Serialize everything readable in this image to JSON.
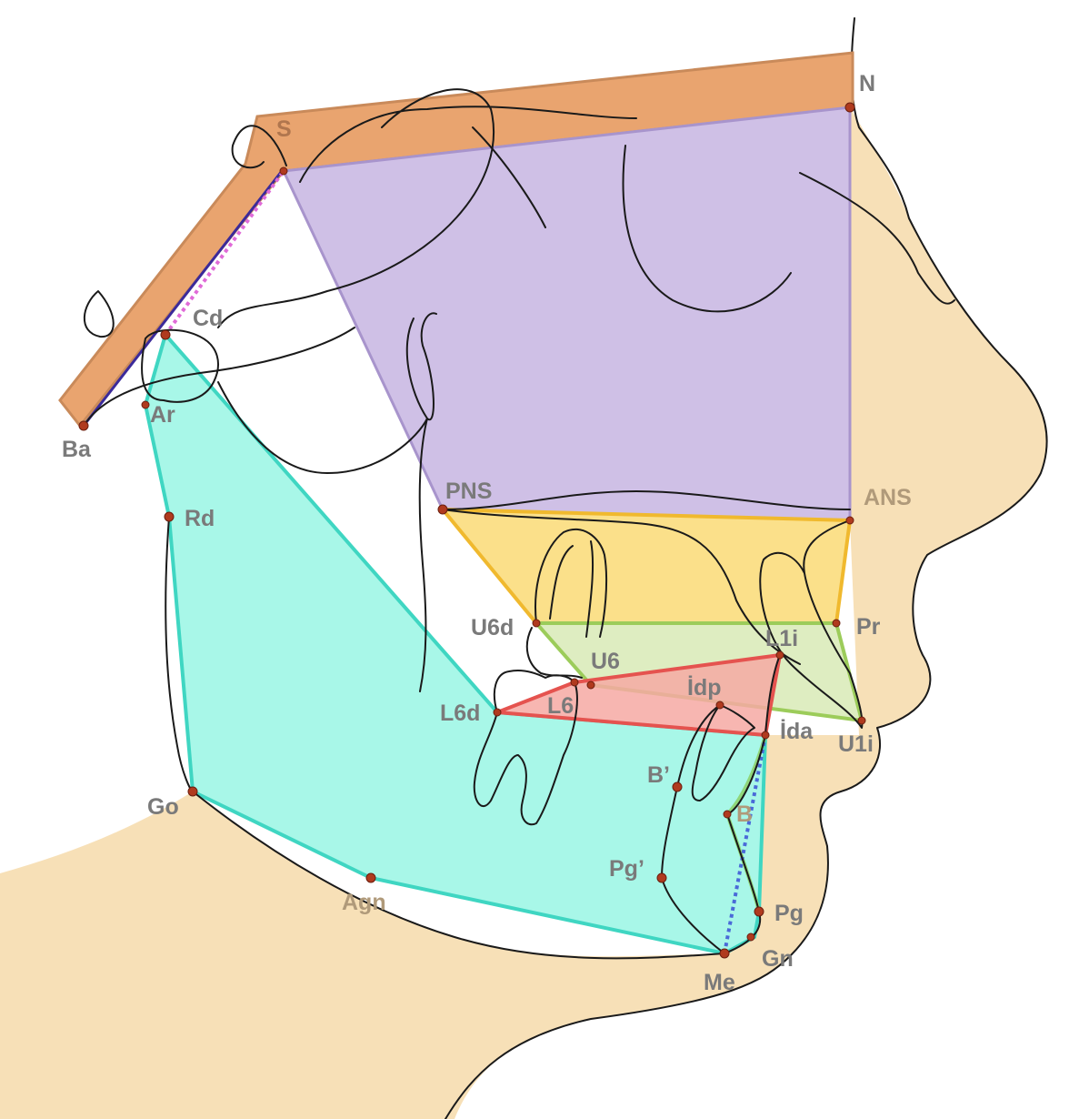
{
  "landmarks": {
    "N": "N",
    "S": "S",
    "Cd": "Cd",
    "Ba": "Ba",
    "Ar": "Ar",
    "Rd": "Rd",
    "PNS": "PNS",
    "ANS": "ANS",
    "Pr": "Pr",
    "U6d": "U6d",
    "U6": "U6",
    "L1i": "L1i",
    "L6": "L6",
    "L6d": "L6d",
    "idp": "İdp",
    "ida": "İda",
    "U1i": "U1i",
    "Bprime": "B’",
    "B": "B",
    "Pgprime": "Pg’",
    "Pg": "Pg",
    "Go": "Go",
    "Agn": "Agn",
    "Gn": "Gn",
    "Me": "Me"
  },
  "colors": {
    "cranial_base": "#e9a46f",
    "cranial_base_edge": "#c98a5a",
    "upper_face": "#cfc0e6",
    "upper_face_edge": "#a894cc",
    "maxilla": "#fbe08a",
    "maxilla_edge": "#f0b92e",
    "dentoalveolar": "#d8eab6",
    "dentoalveolar_edge": "#9ccc5a",
    "lower_incisor_triangle": "#f6a9a3",
    "lower_incisor_edge": "#e5534f",
    "mandible": "#a8f7e8",
    "mandible_edge": "#3fd6c2",
    "soft_tissue": "#f7e0b7",
    "landmark_dot": "#b03a1e",
    "outline": "#1a1a1a"
  }
}
